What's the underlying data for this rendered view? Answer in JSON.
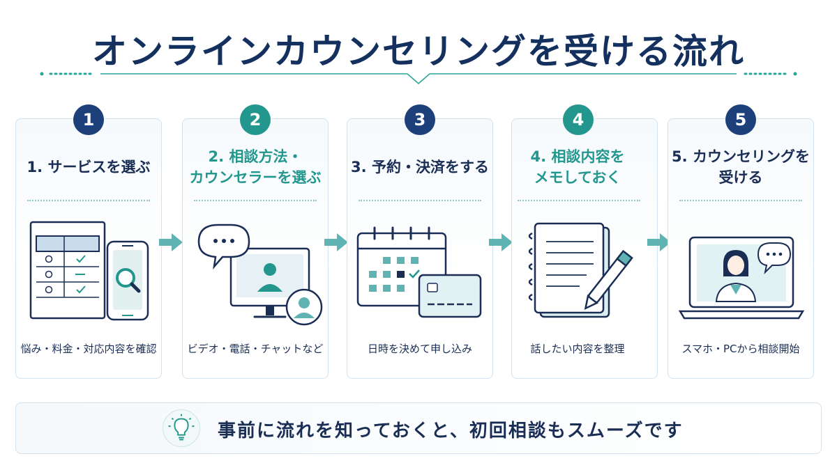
{
  "title": "オンラインカウンセリングを受ける流れ",
  "colors": {
    "navy": "#1d3f7a",
    "teal": "#23968e",
    "arrow": "#5fb3b3",
    "card_border": "#d3e2ee"
  },
  "steps": [
    {
      "number": "1",
      "title": "1. サービスを選ぶ",
      "caption": "悩み・料金・対応内容を確認",
      "accent": "navy",
      "icon": "checklist-and-smartphone-search-icon"
    },
    {
      "number": "2",
      "title": "2. 相談方法・\nカウンセラーを選ぶ",
      "caption": "ビデオ・電話・チャットなど",
      "accent": "teal",
      "icon": "monitor-chat-user-icon"
    },
    {
      "number": "3",
      "title": "3. 予約・決済をする",
      "caption": "日時を決めて申し込み",
      "accent": "navy",
      "icon": "calendar-and-credit-card-icon"
    },
    {
      "number": "4",
      "title": "4. 相談内容を\nメモしておく",
      "caption": "話したい内容を整理",
      "accent": "teal",
      "icon": "notebook-and-pen-icon"
    },
    {
      "number": "5",
      "title": "5. カウンセリングを\n受ける",
      "caption": "スマホ・PCから相談開始",
      "accent": "navy",
      "icon": "laptop-video-call-icon"
    }
  ],
  "tip": {
    "text": "事前に流れを知っておくと、初回相談もスムーズです",
    "icon": "lightbulb-icon"
  }
}
